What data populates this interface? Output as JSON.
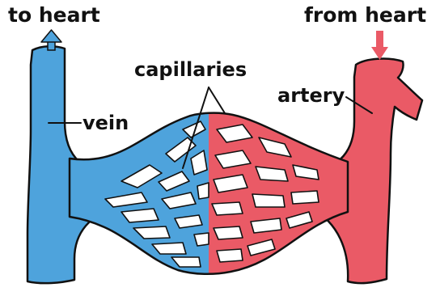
{
  "labels": {
    "to_heart": "to heart",
    "from_heart": "from heart",
    "capillaries": "capillaries",
    "vein": "vein",
    "artery": "artery"
  },
  "colors": {
    "vein_blue": "#4ea3dc",
    "artery_red": "#ea5a66",
    "outline": "#111111",
    "background": "#ffffff"
  }
}
